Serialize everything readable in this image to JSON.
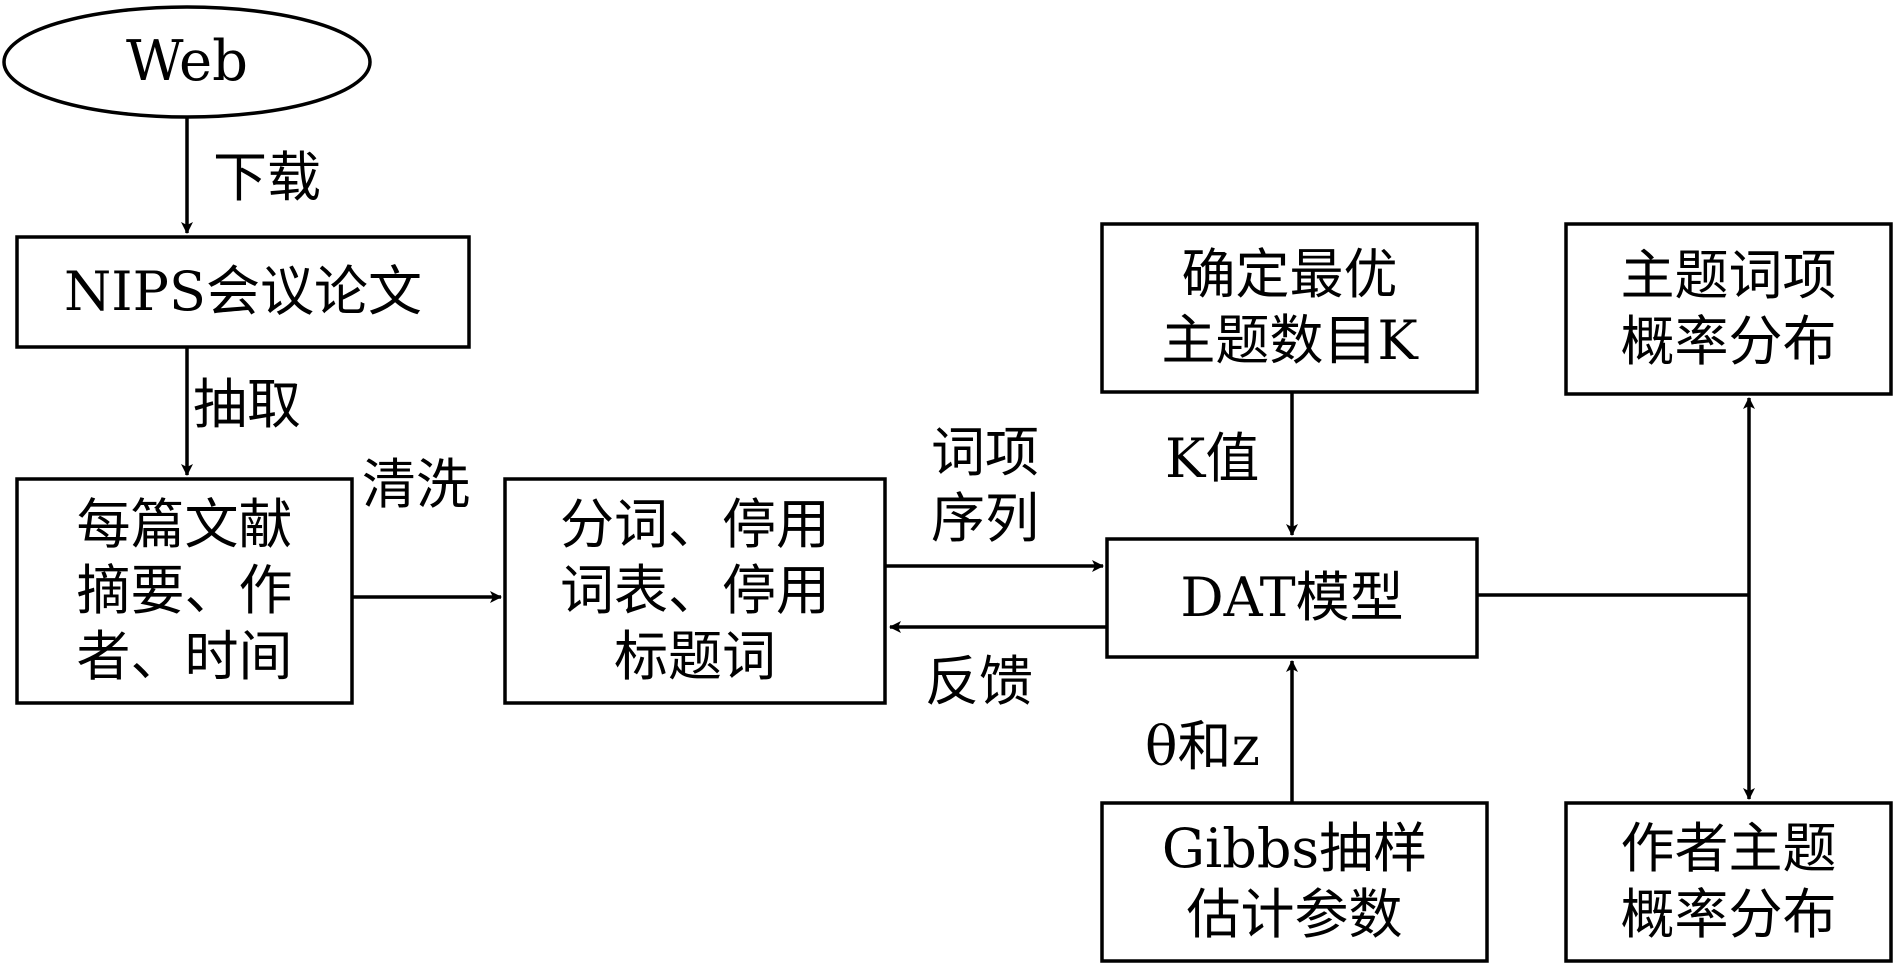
{
  "nodes": {
    "web": "Web",
    "nips_papers": "NIPS会议论文",
    "paper_fields": [
      "每篇文献",
      "摘要、作",
      "者、时间"
    ],
    "preprocess": [
      "分词、停用",
      "词表、停用",
      "标题词"
    ],
    "optimal_k": [
      "确定最优",
      "主题数目K"
    ],
    "dat_model": "DAT模型",
    "gibbs": [
      "Gibbs抽样",
      "估计参数"
    ],
    "topic_word_dist": [
      "主题词项",
      "概率分布"
    ],
    "author_topic_dist": [
      "作者主题",
      "概率分布"
    ]
  },
  "edge_labels": {
    "download": "下载",
    "extract": "抽取",
    "clean": "清洗",
    "term_sequence": [
      "词项",
      "序列"
    ],
    "feedback": "反馈",
    "k_value": "K值",
    "theta_z": "θ和z"
  }
}
